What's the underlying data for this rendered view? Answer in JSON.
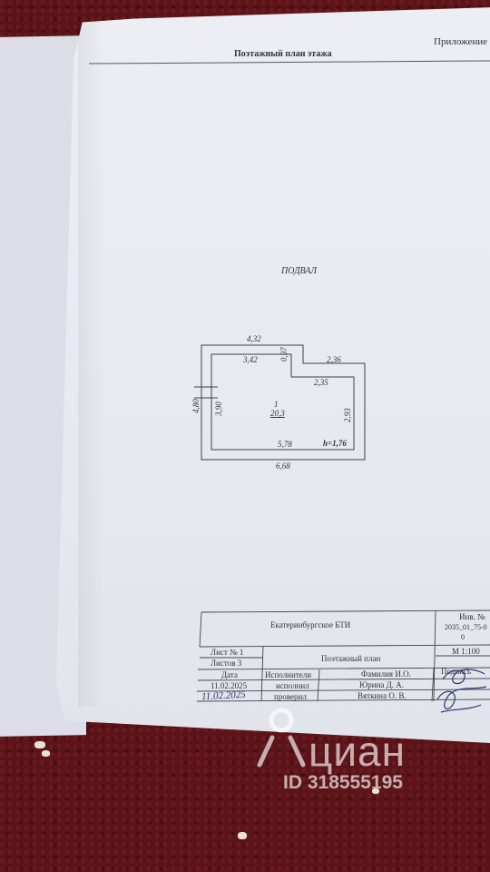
{
  "header": {
    "appendix": "Приложение",
    "title": "Поэтажный план  этажа"
  },
  "floor_label": "ПОДВАЛ",
  "plan": {
    "dimensions": {
      "top_outer": "4,32",
      "top_inner": "3,42",
      "notch_vertical": "0,97",
      "right_top_outer": "2,36",
      "right_top_inner": "2,35",
      "left_outer": "4,80",
      "left_inner": "3,90",
      "right_inner": "2,93",
      "bottom_inner": "5,78",
      "bottom_outer": "6,68"
    },
    "room_number": "1",
    "room_area": "20,3",
    "height": "h=1,76"
  },
  "stamp": {
    "org": "Екатеринбургское БТИ",
    "inv_label": "Инв. №",
    "inv_value_1": "2035_01_75-0",
    "inv_value_2": "0",
    "sheet_label": "Лист № 1",
    "sheets_label": "Листов  3",
    "doc_title": "Поэтажный план",
    "scale": "М 1:100",
    "date_label": "Дата",
    "performer_label": "Исполнители",
    "surname_label": "Фамилия И.О.",
    "signature_label": "Подпись",
    "date_value": "11.02.2025",
    "role_1": "исполнил",
    "name_1": "Юрина Д. А.",
    "handwritten_date": "11.02.2025",
    "role_2": "проверил",
    "name_2": "Вяткина О. В."
  },
  "watermark": {
    "brand": "циан",
    "id": "ID 318555195"
  }
}
